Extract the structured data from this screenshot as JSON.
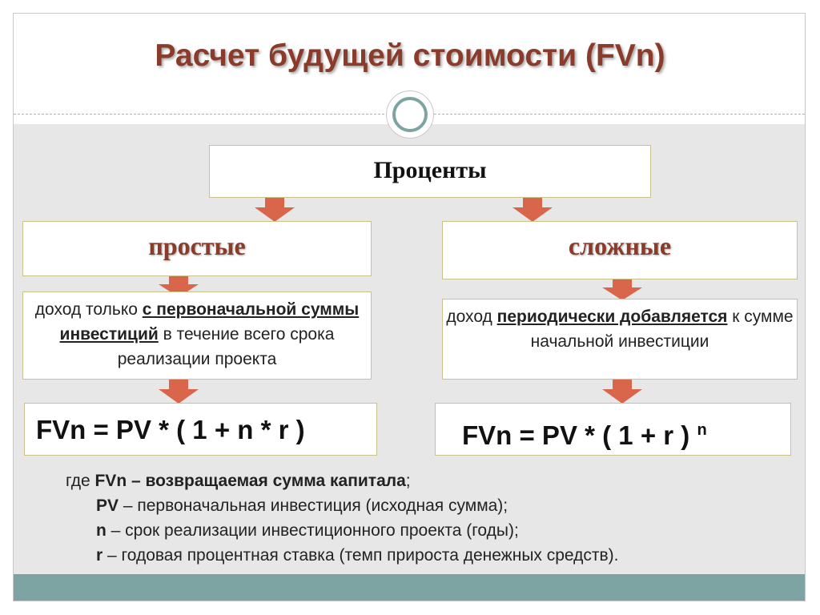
{
  "title": "Расчет будущей стоимости (FVn)",
  "diagram": {
    "root": "Проценты",
    "left": {
      "type": "простые",
      "desc_1": "доход только ",
      "desc_2": "с первоначальной суммы инвестиций",
      "desc_3": " в течение всего срока реализации проекта",
      "formula": "FVn =  PV * ( 1 + n * r )"
    },
    "right": {
      "type": "сложные",
      "desc_1": "доход ",
      "desc_2": "периодически добавляется",
      "desc_3": " к сумме начальной инвестиции",
      "formula": "FVn =  PV * ( 1 + r )",
      "exponent": "n"
    }
  },
  "legend": {
    "l1_pre": "где ",
    "l1_bold": "FVn – возвращаемая сумма капитала",
    "l1_post": ";",
    "l2_bold": "PV",
    "l2_rest": " – первоначальная инвестиция (исходная сумма);",
    "l3_bold": "n",
    "l3_rest": " – срок реализации инвестиционного проекта (годы);",
    "l4_bold": "r",
    "l4_rest": " – годовая процентная ставка (темп прироста денежных средств)."
  },
  "colors": {
    "accent_title": "#8a3b2a",
    "arrow": "#d9654a",
    "teal": "#7da3a3",
    "box_border": "#c9c28a"
  }
}
